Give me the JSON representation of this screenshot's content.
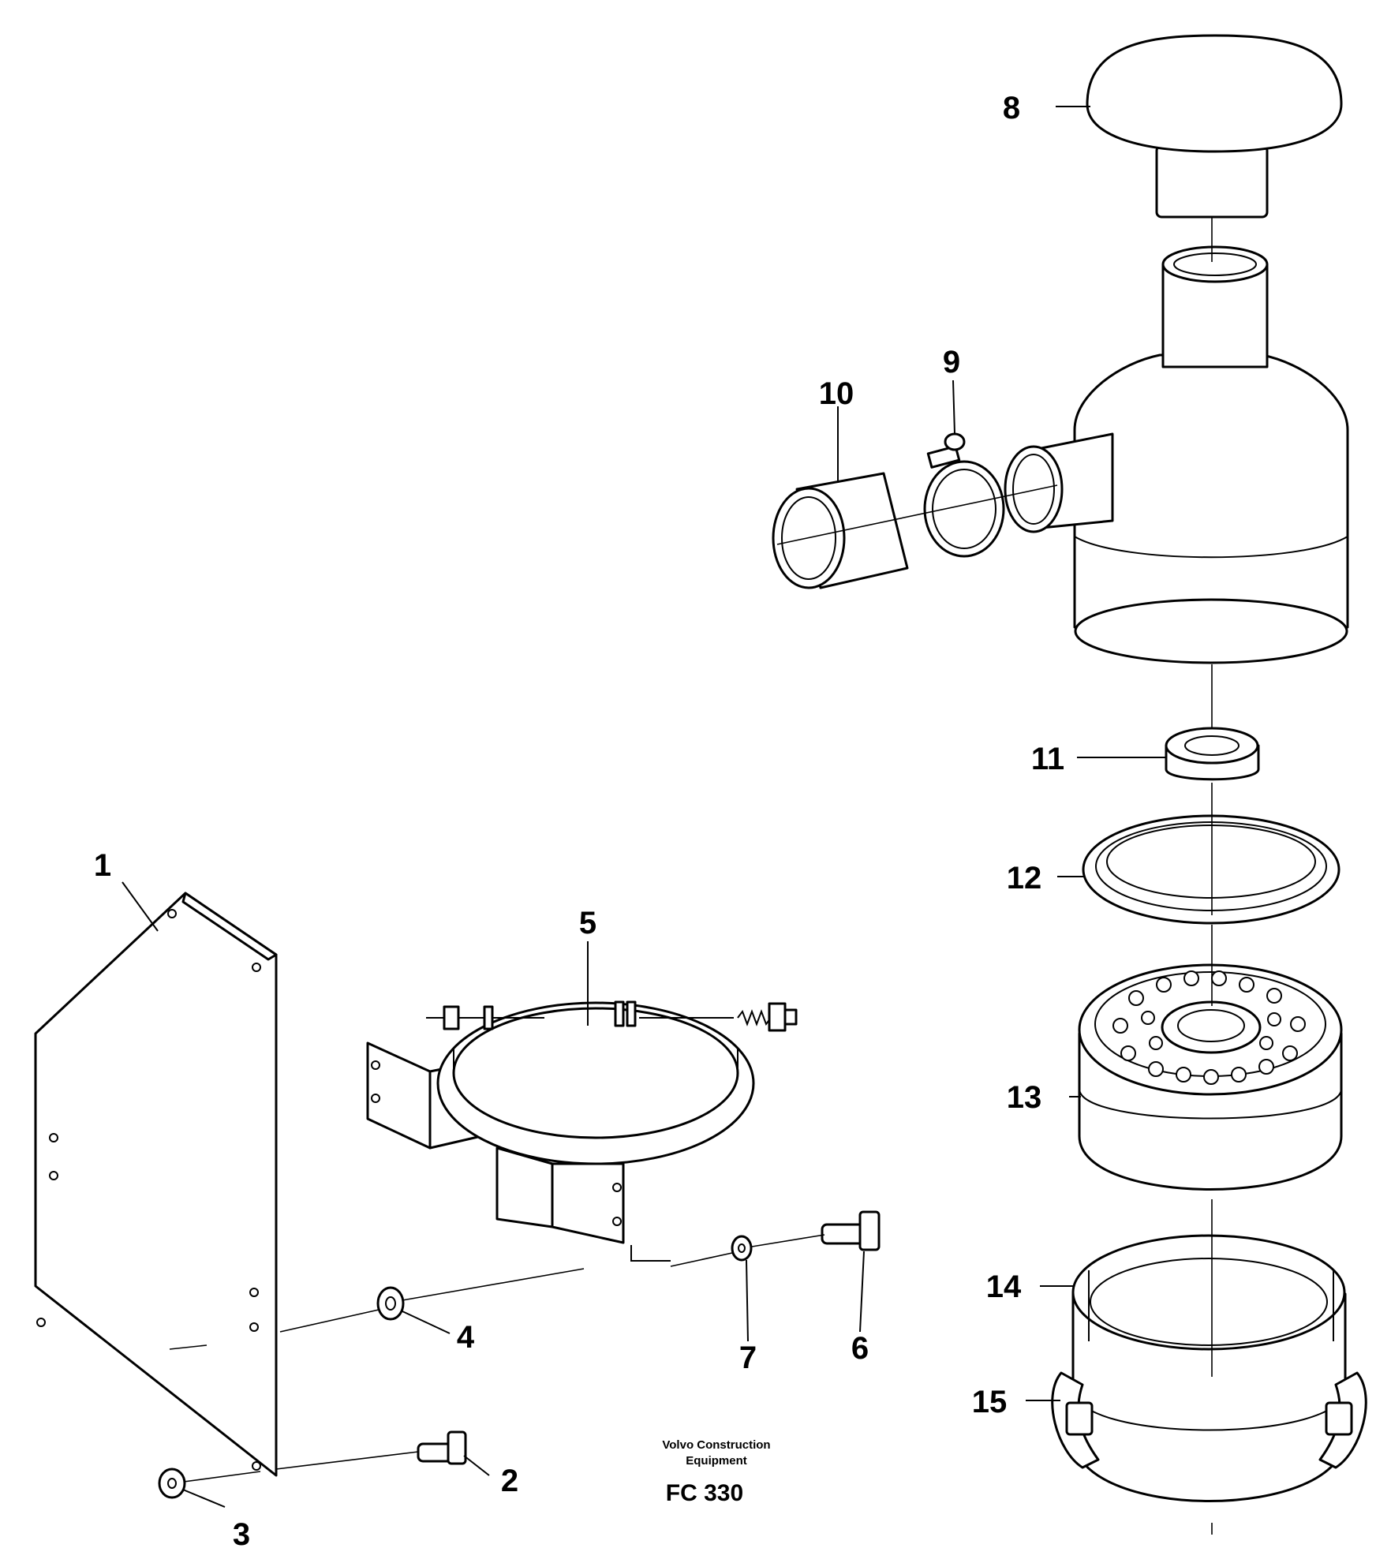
{
  "diagram": {
    "callouts": [
      {
        "id": "1",
        "label": "1"
      },
      {
        "id": "2",
        "label": "2"
      },
      {
        "id": "3",
        "label": "3"
      },
      {
        "id": "4",
        "label": "4"
      },
      {
        "id": "5",
        "label": "5"
      },
      {
        "id": "6",
        "label": "6"
      },
      {
        "id": "7",
        "label": "7"
      },
      {
        "id": "8",
        "label": "8"
      },
      {
        "id": "9",
        "label": "9"
      },
      {
        "id": "10",
        "label": "10"
      },
      {
        "id": "11",
        "label": "11"
      },
      {
        "id": "12",
        "label": "12"
      },
      {
        "id": "13",
        "label": "13"
      },
      {
        "id": "14",
        "label": "14"
      },
      {
        "id": "15",
        "label": "15"
      }
    ],
    "credit_line1": "Volvo Construction",
    "credit_line2": "Equipment",
    "figure_code": "FC 330"
  }
}
